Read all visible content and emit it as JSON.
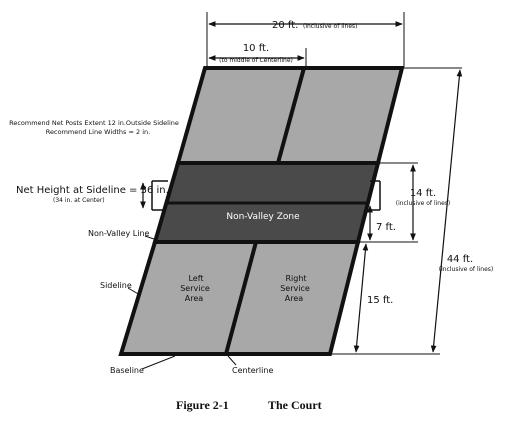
{
  "dimensions": {
    "width_main": "20 ft.",
    "width_main_note": "(inclusive of lines)",
    "half_width": "10 ft.",
    "half_width_note": "(to middle of Centerline)",
    "nvz_depth": "14 ft.",
    "nvz_depth_note": "(inclusive of lines)",
    "nvz_half": "7 ft.",
    "length": "44 ft.",
    "length_note": "(inclusive of lines)",
    "service_depth": "15 ft."
  },
  "notes": {
    "net_posts": "Recommend Net Posts Extent 12 in.Outside Sideline",
    "line_widths": "Recommend Line Widths = 2 in.",
    "net_height": "Net Height at Sideline = 36 in.",
    "net_height_center": "(34 in. at Center)"
  },
  "labels": {
    "nvz": "Non-Valley Zone",
    "nvl": "Non-Valley Line",
    "sideline": "Sideline",
    "baseline": "Baseline",
    "centerline": "Centerline",
    "left_service": [
      "Left",
      "Service",
      "Area"
    ],
    "right_service": [
      "Right",
      "Service",
      "Area"
    ]
  },
  "caption": {
    "figure": "Figure 2-1",
    "title": "The Court"
  },
  "colors": {
    "court_gray": "#a8a8a8",
    "nvz_dark": "#4a4a4a",
    "line": "#111111"
  }
}
